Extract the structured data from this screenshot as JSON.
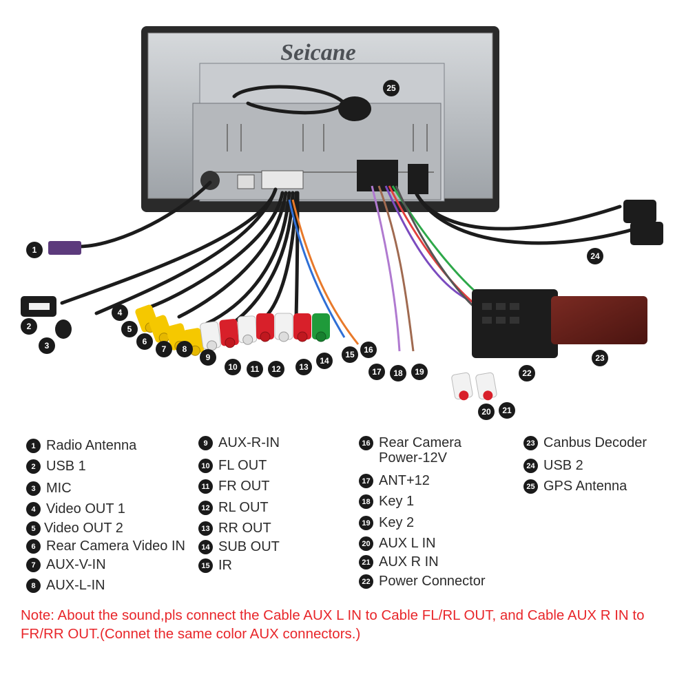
{
  "brand": "Seicane",
  "legend": [
    {
      "n": "1",
      "label": "Radio Antenna"
    },
    {
      "n": "2",
      "label": "USB 1"
    },
    {
      "n": "3",
      "label": "MIC"
    },
    {
      "n": "4",
      "label": "Video OUT 1"
    },
    {
      "n": "5",
      "label": "Video OUT 2"
    },
    {
      "n": "6",
      "label": "Rear Camera Video IN"
    },
    {
      "n": "7",
      "label": "AUX-V-IN"
    },
    {
      "n": "8",
      "label": "AUX-L-IN"
    },
    {
      "n": "9",
      "label": "AUX-R-IN"
    },
    {
      "n": "10",
      "label": "FL OUT"
    },
    {
      "n": "11",
      "label": "FR OUT"
    },
    {
      "n": "12",
      "label": "RL OUT"
    },
    {
      "n": "13",
      "label": "RR OUT"
    },
    {
      "n": "14",
      "label": "SUB OUT"
    },
    {
      "n": "15",
      "label": "IR"
    },
    {
      "n": "16",
      "label": "Rear Camera\nPower-12V"
    },
    {
      "n": "17",
      "label": "ANT+12"
    },
    {
      "n": "18",
      "label": "Key 1"
    },
    {
      "n": "19",
      "label": "Key 2"
    },
    {
      "n": "20",
      "label": "AUX  L IN"
    },
    {
      "n": "21",
      "label": "AUX R IN"
    },
    {
      "n": "22",
      "label": "Power Connector"
    },
    {
      "n": "23",
      "label": "Canbus Decoder"
    },
    {
      "n": "24",
      "label": "USB 2"
    },
    {
      "n": "25",
      "label": "GPS Antenna"
    }
  ],
  "note": "Note: About the sound,pls connect the Cable AUX L IN to Cable FL/RL OUT, and Cable AUX R IN to  FR/RR OUT.(Connet the same color AUX connectors.)",
  "colors": {
    "note": "#e8262a",
    "callout": "#1a1a1a",
    "rca_yellow": "#f5c800",
    "rca_red": "#d8202a",
    "rca_white": "#f2f2f2",
    "rca_green": "#1f9a3a",
    "unit_silver": "#b9bdc2",
    "cable": "#1c1c1c"
  }
}
